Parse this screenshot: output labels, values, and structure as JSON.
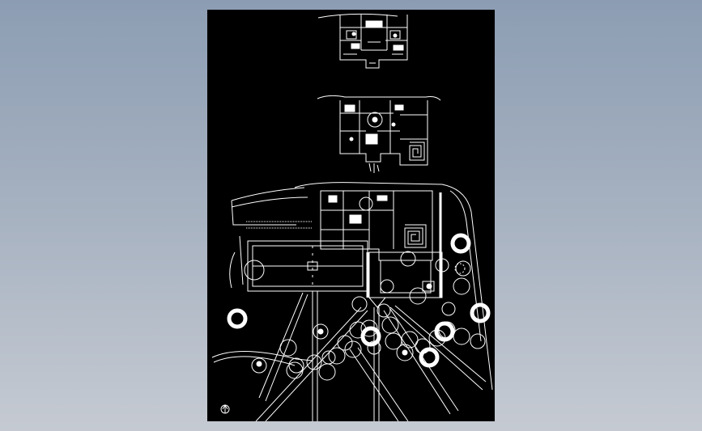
{
  "viewer": {
    "background_top": "#8c9db3",
    "background_bottom": "#c5cad2",
    "sheet_color": "#000000",
    "line_color": "#ffffff"
  },
  "drawing": {
    "plans": [
      "upper-floor-plan",
      "middle-floor-plan",
      "site-plan"
    ],
    "north_marker_icon": "north-arrow-icon"
  }
}
